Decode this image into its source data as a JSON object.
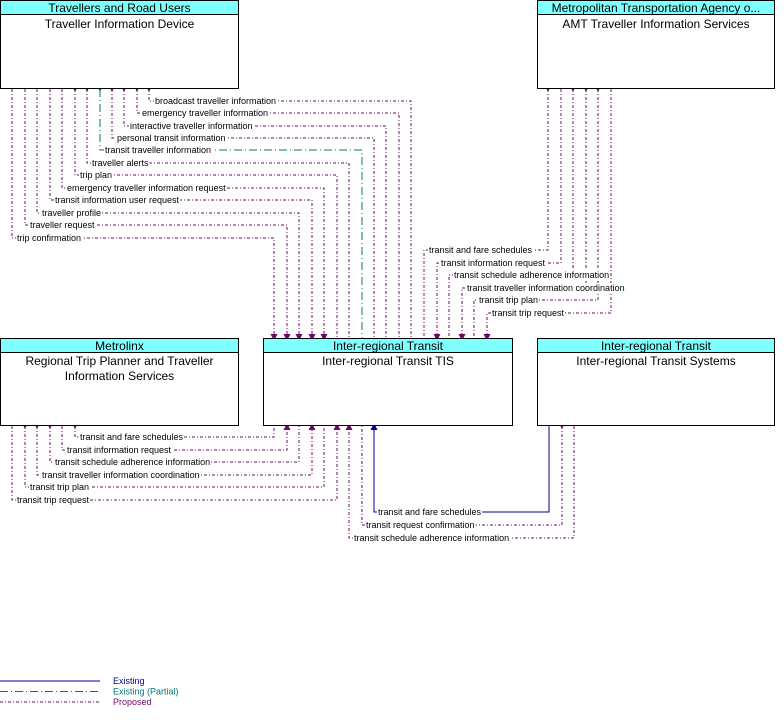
{
  "colors": {
    "header_fill": "#80ffff",
    "existing": "#00008b",
    "partial": "#007878",
    "proposed": "#6b0a6b"
  },
  "nodes": {
    "traveller_device": {
      "group": "Travellers and Road Users",
      "title": "Traveller Information Device"
    },
    "amt": {
      "group": "Metropolitan Transportation Agency o...",
      "title": "AMT Traveller Information Services"
    },
    "metrolinx": {
      "group": "Metrolinx",
      "title_line1": "Regional Trip Planner and Traveller",
      "title_line2": "Information Services"
    },
    "tis": {
      "group": "Inter-regional Transit",
      "title": "Inter-regional Transit TIS"
    },
    "systems": {
      "group": "Inter-regional Transit",
      "title": "Inter-regional Transit Systems"
    }
  },
  "flows": {
    "device_tis": [
      "broadcast traveller information",
      "emergency traveller information",
      "interactive traveller information",
      "personal transit information",
      "transit traveller information",
      "traveller alerts",
      "trip plan",
      "emergency traveller information request",
      "transit information user request",
      "traveller profile",
      "traveller request",
      "trip confirmation"
    ],
    "amt_tis": [
      "transit and fare schedules",
      "transit information request",
      "transit schedule adherence information",
      "transit traveller information coordination",
      "transit trip plan",
      "transit trip request"
    ],
    "metrolinx_tis": [
      "transit and fare schedules",
      "transit information request",
      "transit schedule adherence information",
      "transit traveller information coordination",
      "transit trip plan",
      "transit trip request"
    ],
    "systems_tis": [
      "transit and fare schedules",
      "transit request confirmation",
      "transit schedule adherence information"
    ]
  },
  "legend": {
    "existing": "Existing",
    "partial": "Existing (Partial)",
    "proposed": "Proposed"
  }
}
